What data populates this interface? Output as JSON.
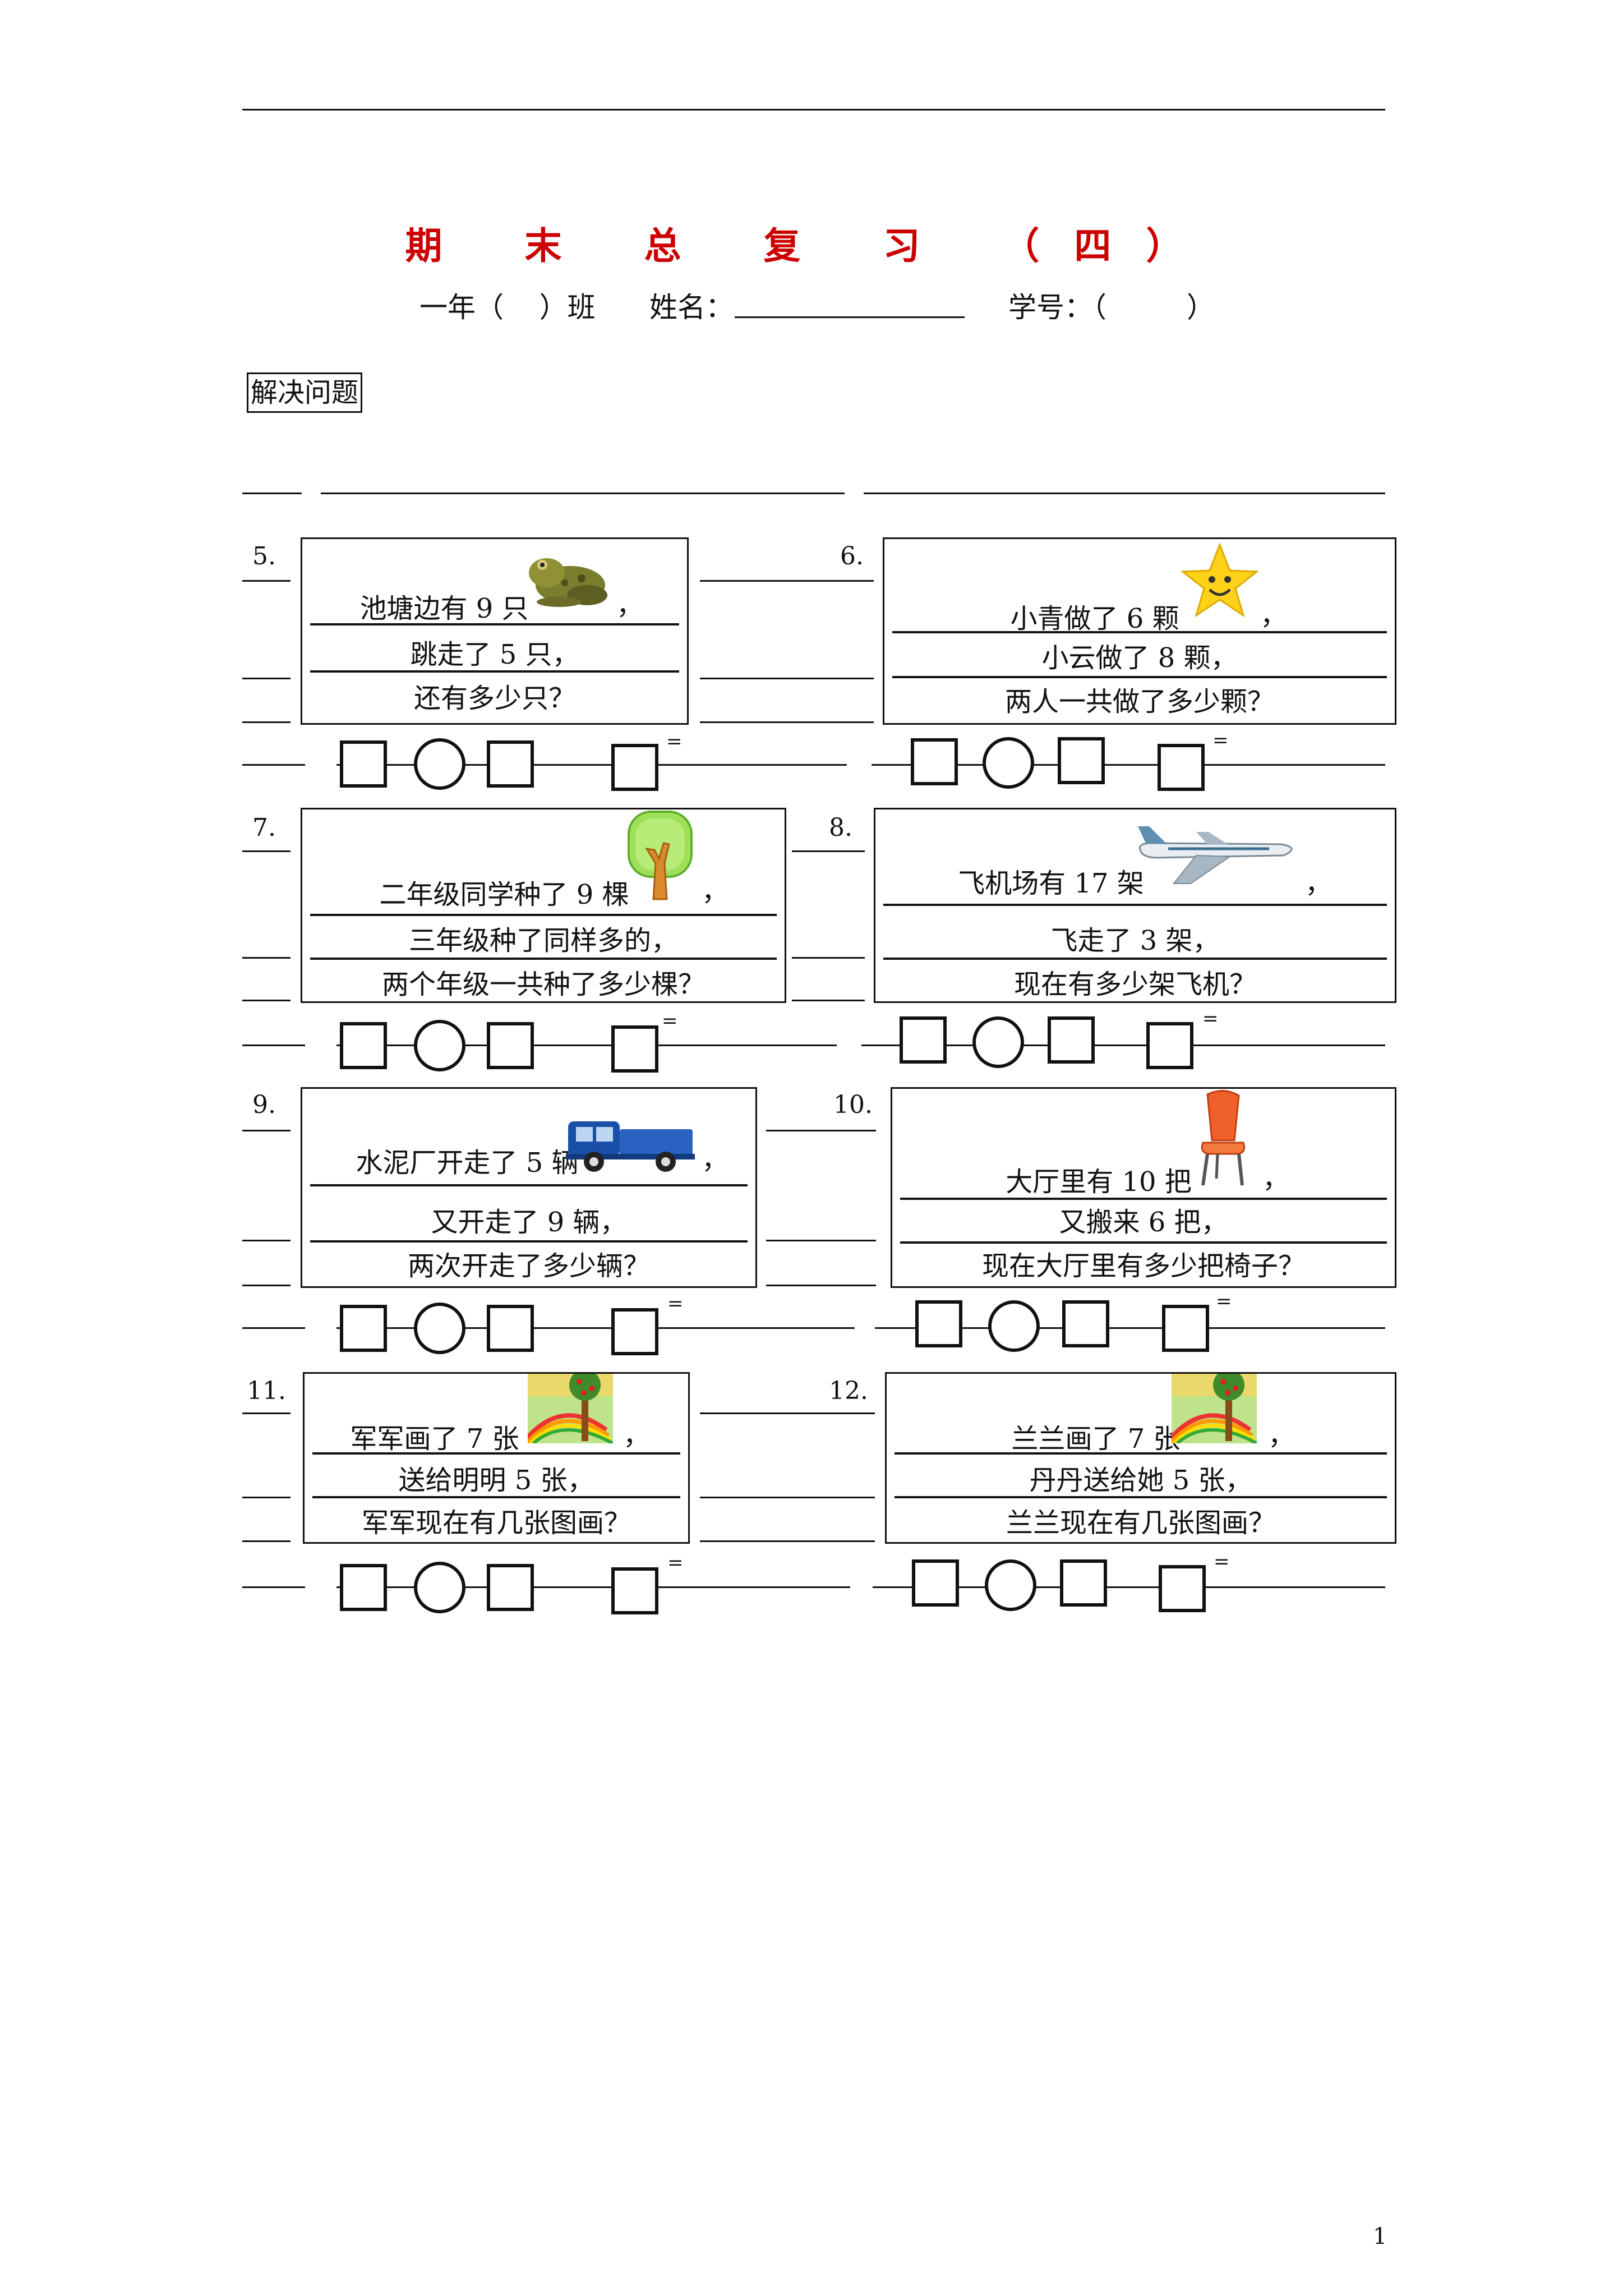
{
  "header": {
    "title": "期 末 总 复 习 （四）",
    "class_label": "一年（    ）班",
    "name_label": "姓名：",
    "id_label": "学号：（         ）"
  },
  "section": {
    "label": "解决问题"
  },
  "questions": [
    {
      "num": "5.",
      "line1": "池塘边有 9 只",
      "comma": "，",
      "line2": "跳走了 5 只，",
      "line3": "还有多少只？",
      "picture": "frog-icon"
    },
    {
      "num": "6.",
      "line1": "小青做了 6 颗",
      "comma": "，",
      "line2": "小云做了 8 颗，",
      "line3": "两人一共做了多少颗？",
      "picture": "star-icon"
    },
    {
      "num": "7.",
      "line1": "二年级同学种了 9 棵",
      "comma": "，",
      "line2": "三年级种了同样多的，",
      "line3": "两个年级一共种了多少棵？",
      "picture": "tree-icon"
    },
    {
      "num": "8.",
      "line1": "飞机场有 17 架",
      "comma": "，",
      "line2": "飞走了 3 架，",
      "line3": "现在有多少架飞机？",
      "picture": "airplane-icon"
    },
    {
      "num": "9.",
      "line1": "水泥厂开走了 5 辆",
      "comma": "，",
      "line2": "又开走了 9 辆，",
      "line3": "两次开走了多少辆？",
      "picture": "truck-icon"
    },
    {
      "num": "10.",
      "line1": "大厅里有 10 把",
      "comma": "，",
      "line2": "又搬来 6 把，",
      "line3": "现在大厅里有多少把椅子？",
      "picture": "chair-icon"
    },
    {
      "num": "11.",
      "line1": "军军画了 7 张",
      "comma": "，",
      "line2": "送给明明 5 张，",
      "line3": "军军现在有几张图画？",
      "picture": "painting-icon"
    },
    {
      "num": "12.",
      "line1": "兰兰画了 7 张",
      "comma": "，",
      "line2": "丹丹送给她 5 张，",
      "line3": "兰兰现在有几张图画？",
      "picture": "painting-icon"
    }
  ],
  "equation": {
    "equals": "="
  },
  "footer": {
    "page_number": "1"
  }
}
